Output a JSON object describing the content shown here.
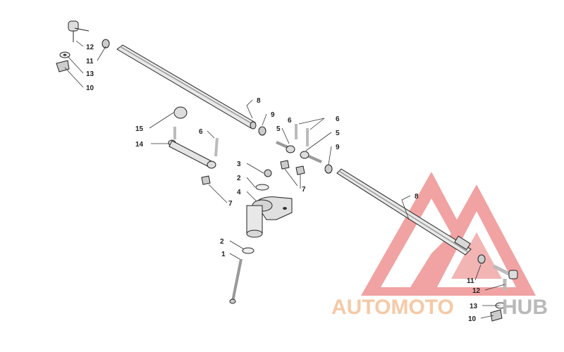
{
  "watermark": {
    "brand_part1": "AUTOMOTO",
    "brand_part2": "HUB",
    "color_part1": "#f6c9a6",
    "color_part2": "#b9b9b9",
    "triangle_color": "#ea6e6e"
  },
  "callouts": {
    "c1": "1",
    "c2a": "2",
    "c2b": "2",
    "c3": "3",
    "c4": "4",
    "c5a": "5",
    "c5b": "5",
    "c6a": "6",
    "c6b": "6",
    "c6c": "6",
    "c7a": "7",
    "c7b": "7",
    "c8a": "8",
    "c8b": "8",
    "c9a": "9",
    "c9b": "9",
    "c10a": "10",
    "c10b": "10",
    "c11a": "11",
    "c11b": "11",
    "c12a": "12",
    "c12b": "12",
    "c13a": "13",
    "c13b": "13",
    "c14": "14",
    "c15": "15"
  }
}
